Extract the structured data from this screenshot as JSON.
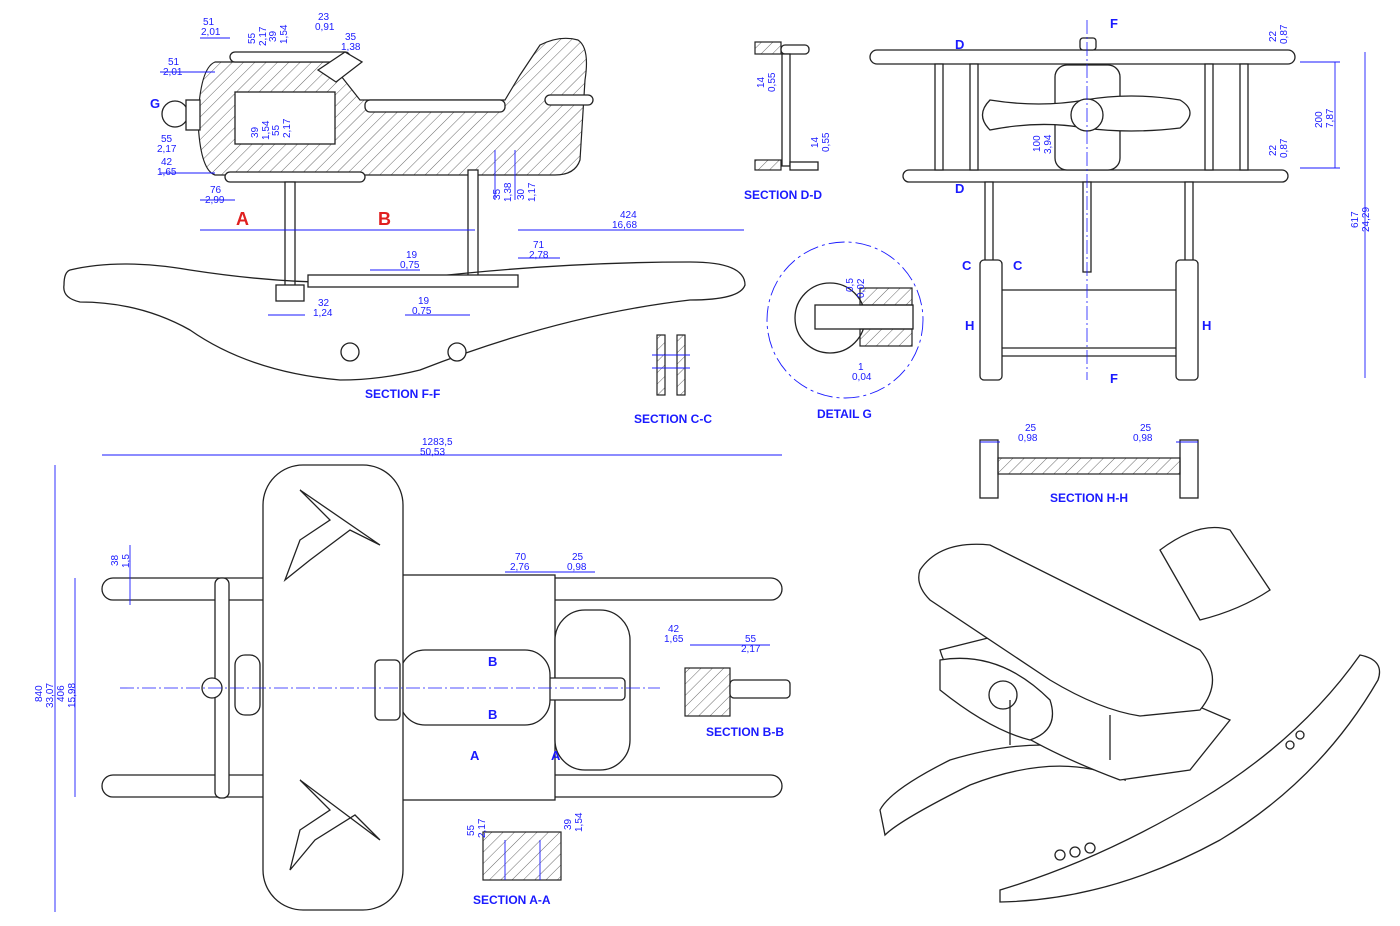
{
  "sections": {
    "ff": "SECTION F-F",
    "cc": "SECTION C-C",
    "dd": "SECTION D-D",
    "detail_g": "DETAIL G",
    "hh": "SECTION H-H",
    "bb": "SECTION B-B",
    "aa": "SECTION A-A"
  },
  "markers": {
    "a": "A",
    "b": "B",
    "c": "C",
    "d": "D",
    "f": "F",
    "g": "G",
    "h": "H"
  },
  "dims": {
    "s51": "51",
    "s51i": "2,01",
    "s55": "55",
    "s55i": "2,17",
    "s39": "39",
    "s39i": "1,54",
    "s23": "23",
    "s23i": "0,91",
    "s35": "35",
    "s35i": "1,38",
    "s42": "42",
    "s42i": "1,65",
    "s76": "76",
    "s76i": "2,99",
    "s30": "30",
    "s30i": "1,17",
    "s424": "424",
    "s424i": "16,68",
    "s71": "71",
    "s71i": "2,78",
    "s19": "19",
    "s19i": "0,75",
    "s32": "32",
    "s32i": "1,24",
    "s14": "14",
    "s14i": "0,55",
    "s22": "22",
    "s22i": "0,87",
    "s200": "200",
    "s200i": "7,87",
    "s100": "100",
    "s100i": "3,94",
    "s617": "617",
    "s617i": "24,29",
    "s05": "0,5",
    "s05i": "0,02",
    "s1": "1",
    "s1i": "0,04",
    "s25": "25",
    "s25i": "0,98",
    "s1283": "1283,5",
    "s1283i": "50,53",
    "s38": "38",
    "s38i": "1,5",
    "s70": "70",
    "s70i": "2,76",
    "s840": "840",
    "s840i": "33,07",
    "s406": "406",
    "s406i": "15,98"
  },
  "colors": {
    "dimension": "#1a1aff",
    "marker": "#e02020",
    "outline": "#222222"
  }
}
